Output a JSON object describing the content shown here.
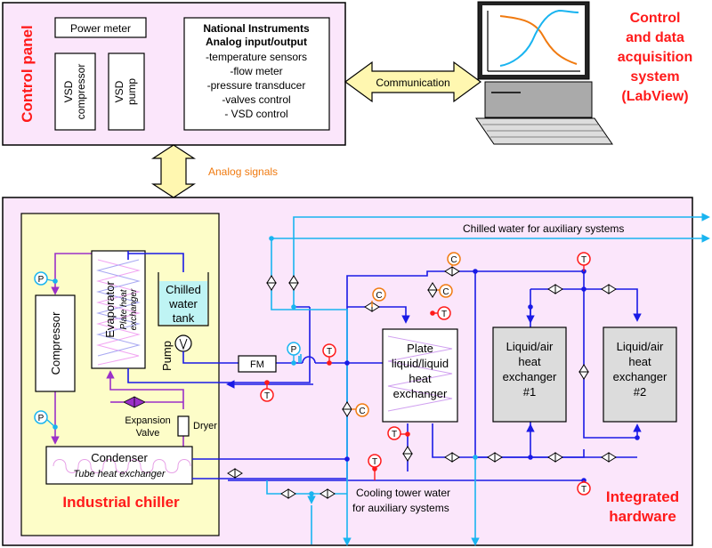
{
  "control_panel": {
    "title": "Control panel",
    "power_meter": "Power meter",
    "vsd_compressor": [
      "VSD",
      "compressor"
    ],
    "vsd_pump": [
      "VSD",
      "pump"
    ],
    "ni_title": [
      "National Instruments",
      "Analog input/output"
    ],
    "ni_items": [
      "-temperature sensors",
      "-flow meter",
      "-pressure transducer",
      "-valves control",
      "- VSD control"
    ]
  },
  "daq": {
    "title": [
      "Control",
      "and data",
      "acquisition",
      "system",
      "(LabView)"
    ],
    "communication": "Communication",
    "analog_signals": "Analog signals"
  },
  "chiller": {
    "title": "Industrial chiller",
    "compressor": "Compressor",
    "evaporator": "Evaporator",
    "evaporator_sub": [
      "Plate heat",
      "exchanger"
    ],
    "tank": [
      "Chilled",
      "water",
      "tank"
    ],
    "pump": "Pump",
    "expansion_valve": [
      "Expansion",
      "Valve"
    ],
    "dryer": "Dryer",
    "condenser": "Condenser",
    "condenser_sub": "Tube heat exchanger"
  },
  "hardware": {
    "title": [
      "Integrated",
      "hardware"
    ],
    "chilled_water_aux": "Chilled water for auxiliary systems",
    "cooling_water_aux": [
      "Cooling tower water",
      "for auxiliary systems"
    ],
    "flow_meter": "FM",
    "plate_hx": [
      "Plate",
      "liquid/liquid",
      "heat",
      "exchanger"
    ],
    "hx1": [
      "Liquid/air",
      "heat",
      "exchanger",
      "#1"
    ],
    "hx2": [
      "Liquid/air",
      "heat",
      "exchanger",
      "#2"
    ]
  },
  "sensors": {
    "temperature": "T",
    "pressure": "P",
    "control": "C"
  },
  "colors": {
    "panel_bg": "#fbe6fb",
    "chiller_bg": "#fdfdc8",
    "title_red": "#ff1a1a",
    "water_blue": "#1a1ae6",
    "aux_cyan": "#19b4f0",
    "refrigerant_purple": "#9b30c8",
    "arrow_fill": "#fff7b0",
    "tank_cyan": "#bff4f4",
    "hx_gray": "#dcdcdc",
    "label_orange": "#f07a10"
  }
}
